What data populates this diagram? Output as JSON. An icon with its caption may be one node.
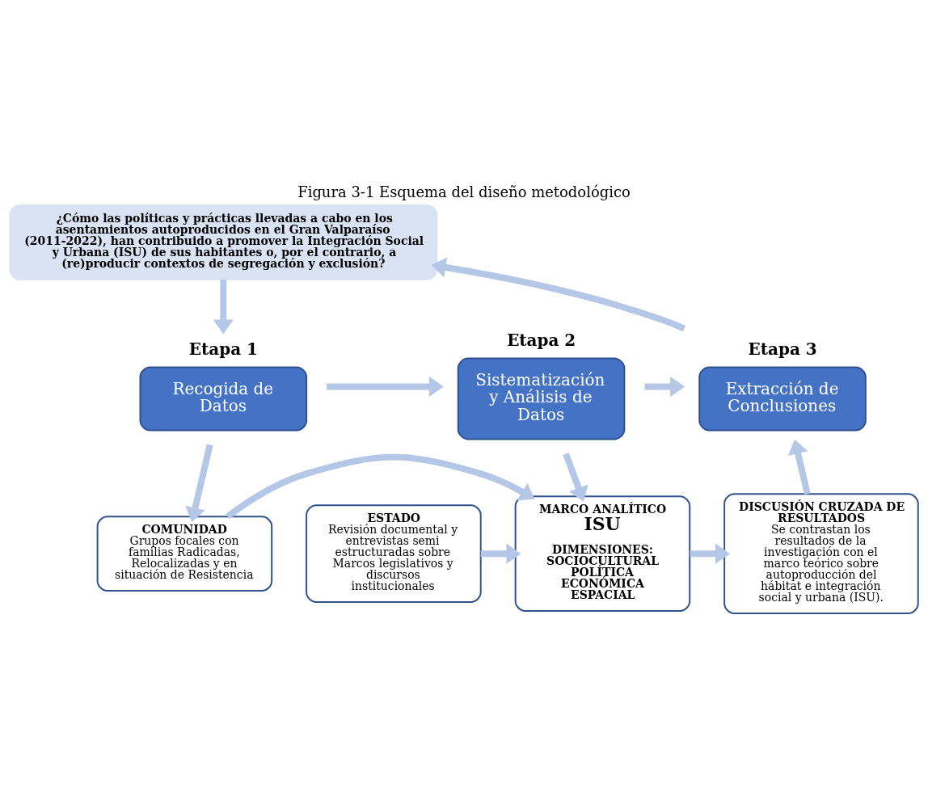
{
  "diagram": {
    "title": "Figura 3-1 Esquema del diseño metodológico",
    "nodes": [
      {
        "text": [
          "¿Cómo las políticas y prácticas llevadas a cabo en los asentamientos autoproducidos en el Gran Valparaíso (2011-2022), han contribuido a promover la Integración Social y Urbana (ISU) de sus habitantes o, por el contrario, a (re)producir contextos de segregación y exclusión?"
        ]
      },
      {
        "text": [
          "Etapa 1",
          "Recogida de Datos"
        ]
      },
      {
        "text": [
          "Etapa 2",
          "Sistematización y Análisis de Datos"
        ]
      },
      {
        "text": [
          "Etapa 3",
          "Extracción de Conclusiones"
        ]
      },
      {
        "text": [
          "COMUNIDAD",
          "Grupos focales con familias Radicadas, Relocalizadas y en situación de Resistencia"
        ]
      },
      {
        "text": [
          "ESTADO",
          "Revisión documental y entrevistas semi estructuradas sobre Marcos legislativos y discursos institucionales"
        ]
      },
      {
        "text": [
          "MARCO ANALÍTICO",
          "ISU",
          "DIMENSIONES:",
          "SOCIOCULTURAL",
          "POLÍTICA",
          "ECONÓMICA",
          "ESPACIAL"
        ]
      },
      {
        "text": [
          "DISCUSIÓN CRUZADA DE RESULTADOS",
          "Se contrastan los resultados de la investigación con el marco teórico sobre autoproducción del hábitat e integración social y urbana (ISU)."
        ]
      }
    ],
    "edges": [
      {
        "from": 0,
        "to": 1,
        "arrow": "to"
      },
      {
        "from": 3,
        "to": 0,
        "arrow": "to"
      },
      {
        "from": 1,
        "to": 2,
        "arrow": "to"
      },
      {
        "from": 2,
        "to": 3,
        "arrow": "to"
      },
      {
        "from": 1,
        "to": 4,
        "arrow": "to"
      },
      {
        "from": 2,
        "to": 6,
        "arrow": "to"
      },
      {
        "from": 7,
        "to": 3,
        "arrow": "to"
      },
      {
        "from": 4,
        "to": 6,
        "arrow": "to"
      },
      {
        "from": 5,
        "to": 6,
        "arrow": "to"
      },
      {
        "from": 6,
        "to": 7,
        "arrow": "to"
      }
    ]
  }
}
